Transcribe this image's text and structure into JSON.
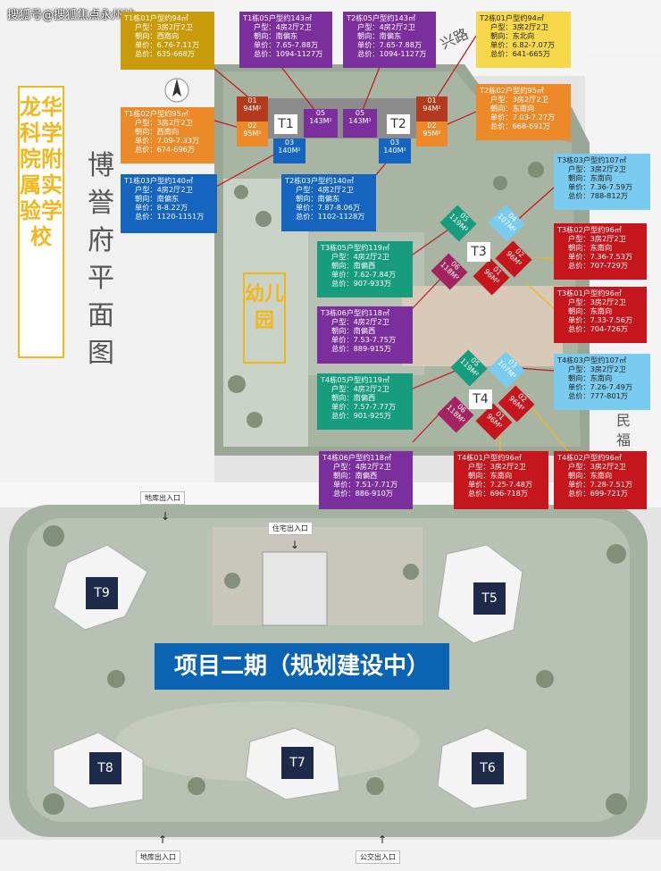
{
  "watermark": "搜狐号@搜狐焦点永州站",
  "school_label": "龙华科学院附属实验学校",
  "plan_title": "博誉府平面图",
  "kindergarten_label": "幼儿园",
  "phase2_label": "项目二期（规划建设中）",
  "roads": {
    "road_top": "兴路",
    "road_right": "民福"
  },
  "entrances": {
    "garage_top": "地库出入口",
    "residential": "住宅出入口",
    "garage_bottom": "地库出入口",
    "bus": "公交出入口"
  },
  "towers": {
    "t1": "T1",
    "t2": "T2",
    "t3": "T3",
    "t4": "T4",
    "t5": "T5",
    "t6": "T6",
    "t7": "T7",
    "t8": "T8",
    "t9": "T9"
  },
  "unit_tags": {
    "u01": "01",
    "u02": "02",
    "u03": "03",
    "u04": "04",
    "u05": "05",
    "u06": "06",
    "a94": "94M²",
    "a95": "95M²",
    "a140": "140M²",
    "a143": "143M²",
    "a119": "119M²",
    "a118": "118M²",
    "a107": "107M²",
    "a96": "96M²"
  },
  "cards": [
    {
      "id": "t1_01",
      "title": "T1栋01户型约94㎡",
      "layout": "户型：3房2厅2卫",
      "facing": "朝向：西南向",
      "unit_price": "单价：6.76-7.11万",
      "total_price": "总价：635-668万",
      "color": "#c99a09"
    },
    {
      "id": "t1_05",
      "title": "T1栋05户型约143㎡",
      "layout": "户型：4房2厅2卫",
      "facing": "朝向：南偏东",
      "unit_price": "单价：7.65-7.88万",
      "total_price": "总价：1094-1127万",
      "color": "#7b2f9c"
    },
    {
      "id": "t2_05",
      "title": "T2栋05户型约143㎡",
      "layout": "户型：4房2厅2卫",
      "facing": "朝向：南偏东",
      "unit_price": "单价：7.65-7.88万",
      "total_price": "总价：1094-1127万",
      "color": "#7b2f9c"
    },
    {
      "id": "t2_01",
      "title": "T2栋01户型约94㎡",
      "layout": "户型：3房2厅2卫",
      "facing": "朝向：东北向",
      "unit_price": "单价：6.82-7.07万",
      "total_price": "总价：641-665万",
      "color": "#f7d84a"
    },
    {
      "id": "t1_02",
      "title": "T1栋02户型约95㎡",
      "layout": "户型：3房2厅2卫",
      "facing": "朝向：西南向",
      "unit_price": "单价：7.09-7.33万",
      "total_price": "总价：674-696万",
      "color": "#ec8a2a"
    },
    {
      "id": "t2_02",
      "title": "T2栋02户型约95㎡",
      "layout": "户型：3房2厅2卫",
      "facing": "朝向：东南向",
      "unit_price": "单价：7.03-7.27万",
      "total_price": "总价：668-691万",
      "color": "#ec8a2a"
    },
    {
      "id": "t1_03",
      "title": "T1栋03户型约140㎡",
      "layout": "户型：4房2厅2卫",
      "facing": "朝向：南偏东",
      "unit_price": "单价：8-8.22万",
      "total_price": "总价：1120-1151万",
      "color": "#1565c0"
    },
    {
      "id": "t2_03",
      "title": "T2栋03户型约140㎡",
      "layout": "户型：4房2厅2卫",
      "facing": "朝向：南偏东",
      "unit_price": "单价：7.87-8.06万",
      "total_price": "总价：1102-1128万",
      "color": "#1565c0"
    },
    {
      "id": "t3_03",
      "title": "T3栋03户型约107㎡",
      "layout": "户型：3房2厅2卫",
      "facing": "朝向：东南向",
      "unit_price": "单价：7.36-7.59万",
      "total_price": "总价：788-812万",
      "color": "#79ccef"
    },
    {
      "id": "t3_02",
      "title": "T3栋02户型约96㎡",
      "layout": "户型：3房2厅2卫",
      "facing": "朝向：东南向",
      "unit_price": "单价：7.36-7.53万",
      "total_price": "总价：707-729万",
      "color": "#c4161c"
    },
    {
      "id": "t3_05",
      "title": "T3栋05户型约119㎡",
      "layout": "户型：4房2厅2卫",
      "facing": "朝向：南偏西",
      "unit_price": "单价：7.62-7.84万",
      "total_price": "总价：907-933万",
      "color": "#179c7d"
    },
    {
      "id": "t3_01",
      "title": "T3栋01户型约96㎡",
      "layout": "户型：3房2厅2卫",
      "facing": "朝向：东南向",
      "unit_price": "单价：7.33-7.56万",
      "total_price": "总价：704-726万",
      "color": "#c4161c"
    },
    {
      "id": "t3_06",
      "title": "T3栋06户型约118㎡",
      "layout": "户型：4房2厅2卫",
      "facing": "朝向：南偏西",
      "unit_price": "单价：7.53-7.75万",
      "total_price": "总价：889-915万",
      "color": "#7b2f9c"
    },
    {
      "id": "t4_03",
      "title": "T4栋03户型约107㎡",
      "layout": "户型：3房2厅2卫",
      "facing": "朝向：东南向",
      "unit_price": "单价：7.26-7.49万",
      "total_price": "总价：777-801万",
      "color": "#79ccef"
    },
    {
      "id": "t4_05",
      "title": "T4栋05户型约119㎡",
      "layout": "户型：4房2厅2卫",
      "facing": "朝向：南偏西",
      "unit_price": "单价：7.57-7.77万",
      "total_price": "总价：901-925万",
      "color": "#179c7d"
    },
    {
      "id": "t4_06",
      "title": "T4栋06户型约118㎡",
      "layout": "户型：4房2厅2卫",
      "facing": "朝向：南偏西",
      "unit_price": "单价：7.51-7.71万",
      "total_price": "总价：886-910万",
      "color": "#7b2f9c"
    },
    {
      "id": "t4_01",
      "title": "T4栋01户型约96㎡",
      "layout": "户型：3房2厅2卫",
      "facing": "朝向：东南向",
      "unit_price": "单价：7.25-7.48万",
      "total_price": "总价：696-718万",
      "color": "#c4161c"
    },
    {
      "id": "t4_02",
      "title": "T4栋02户型约96㎡",
      "layout": "户型：3房2厅2卫",
      "facing": "朝向：东南向",
      "unit_price": "单价：7.28-7.51万",
      "total_price": "总价：699-721万",
      "color": "#c4161c"
    }
  ]
}
